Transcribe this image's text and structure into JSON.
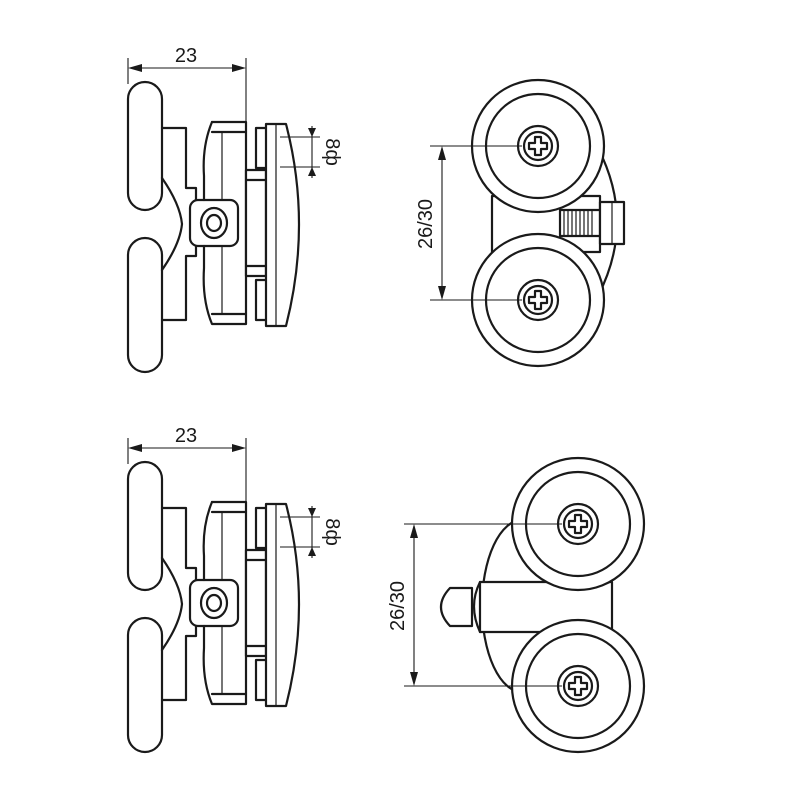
{
  "views": [
    {
      "id": "top-side",
      "width_label": "23",
      "diameter_label": "8ф"
    },
    {
      "id": "top-front",
      "spacing_label": "26/30"
    },
    {
      "id": "bottom-side",
      "width_label": "23",
      "diameter_label": "8ф"
    },
    {
      "id": "bottom-front",
      "spacing_label": "26/30"
    }
  ]
}
